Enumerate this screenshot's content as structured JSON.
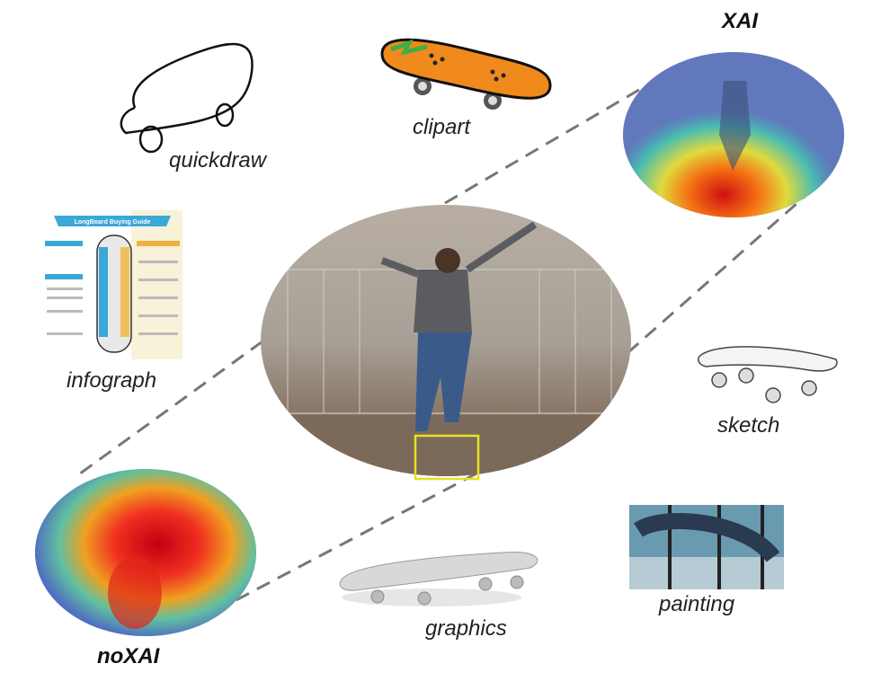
{
  "labels": {
    "quickdraw": "quickdraw",
    "clipart": "clipart",
    "xai": "XAI",
    "infograph": "infograph",
    "sketch": "sketch",
    "no_xai": "noXAI",
    "painting": "painting",
    "graphics": "graphics"
  },
  "infograph_title": "LongBoard Buying Guide",
  "colors": {
    "highlight_box": "#e8e020",
    "dashed_line": "#777777",
    "clipart_board": "#f08a1c",
    "infograph_blue": "#3aa8d8"
  }
}
